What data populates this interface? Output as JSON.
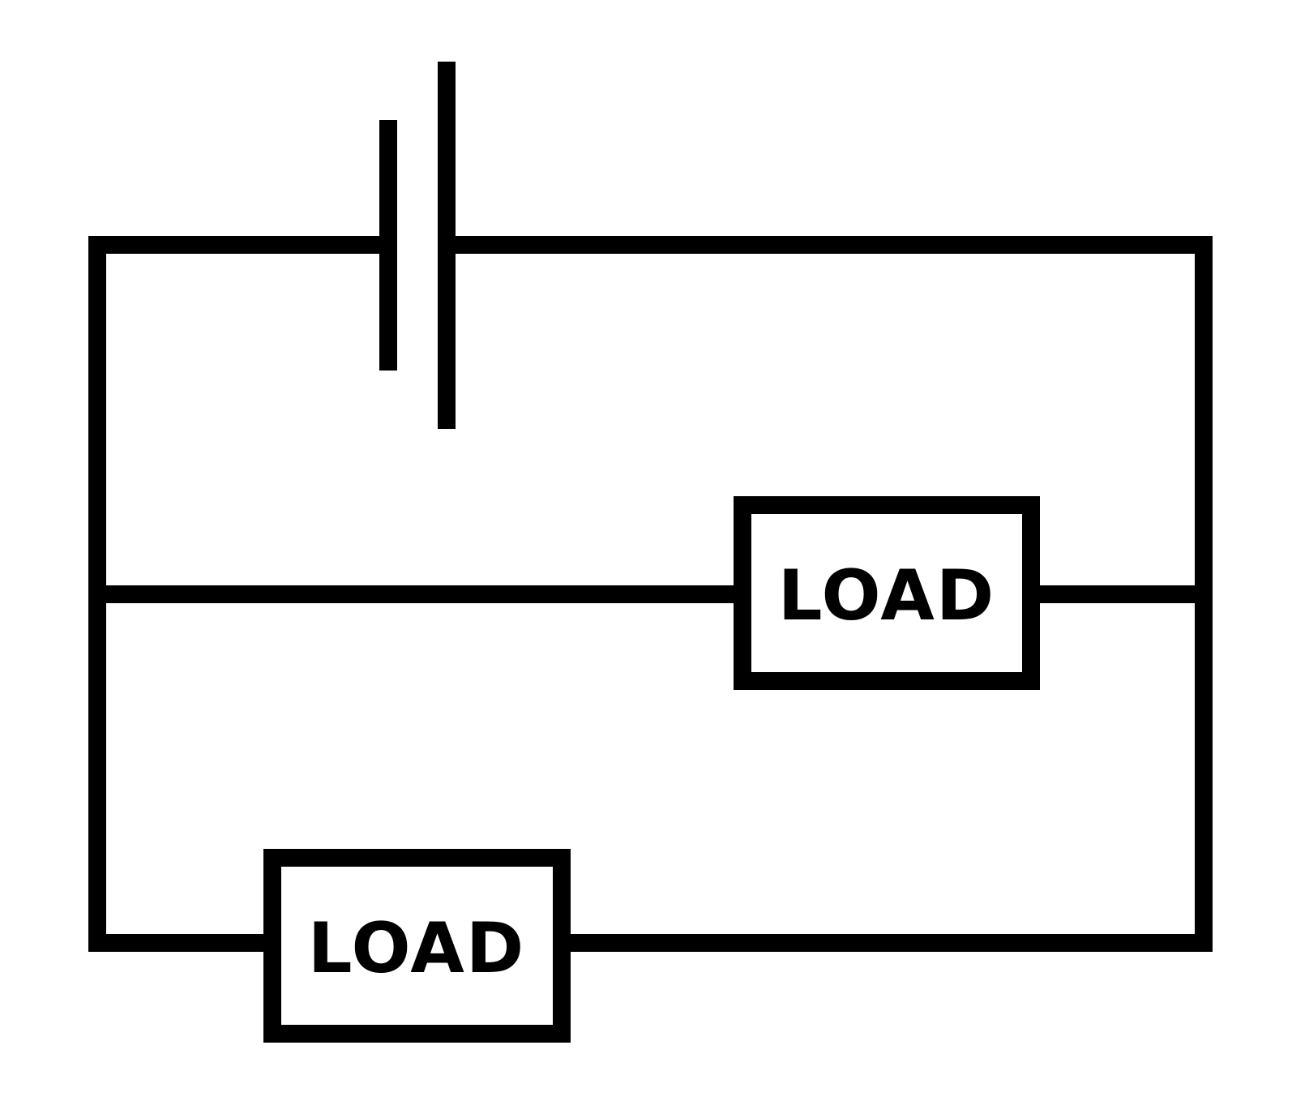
{
  "diagram": {
    "type": "electrical-circuit",
    "colors": {
      "stroke": "#000000",
      "background": "#ffffff"
    },
    "components": {
      "battery": {
        "icon": "battery-icon"
      },
      "load_upper": {
        "label": "LOAD"
      },
      "load_lower": {
        "label": "LOAD"
      }
    }
  }
}
